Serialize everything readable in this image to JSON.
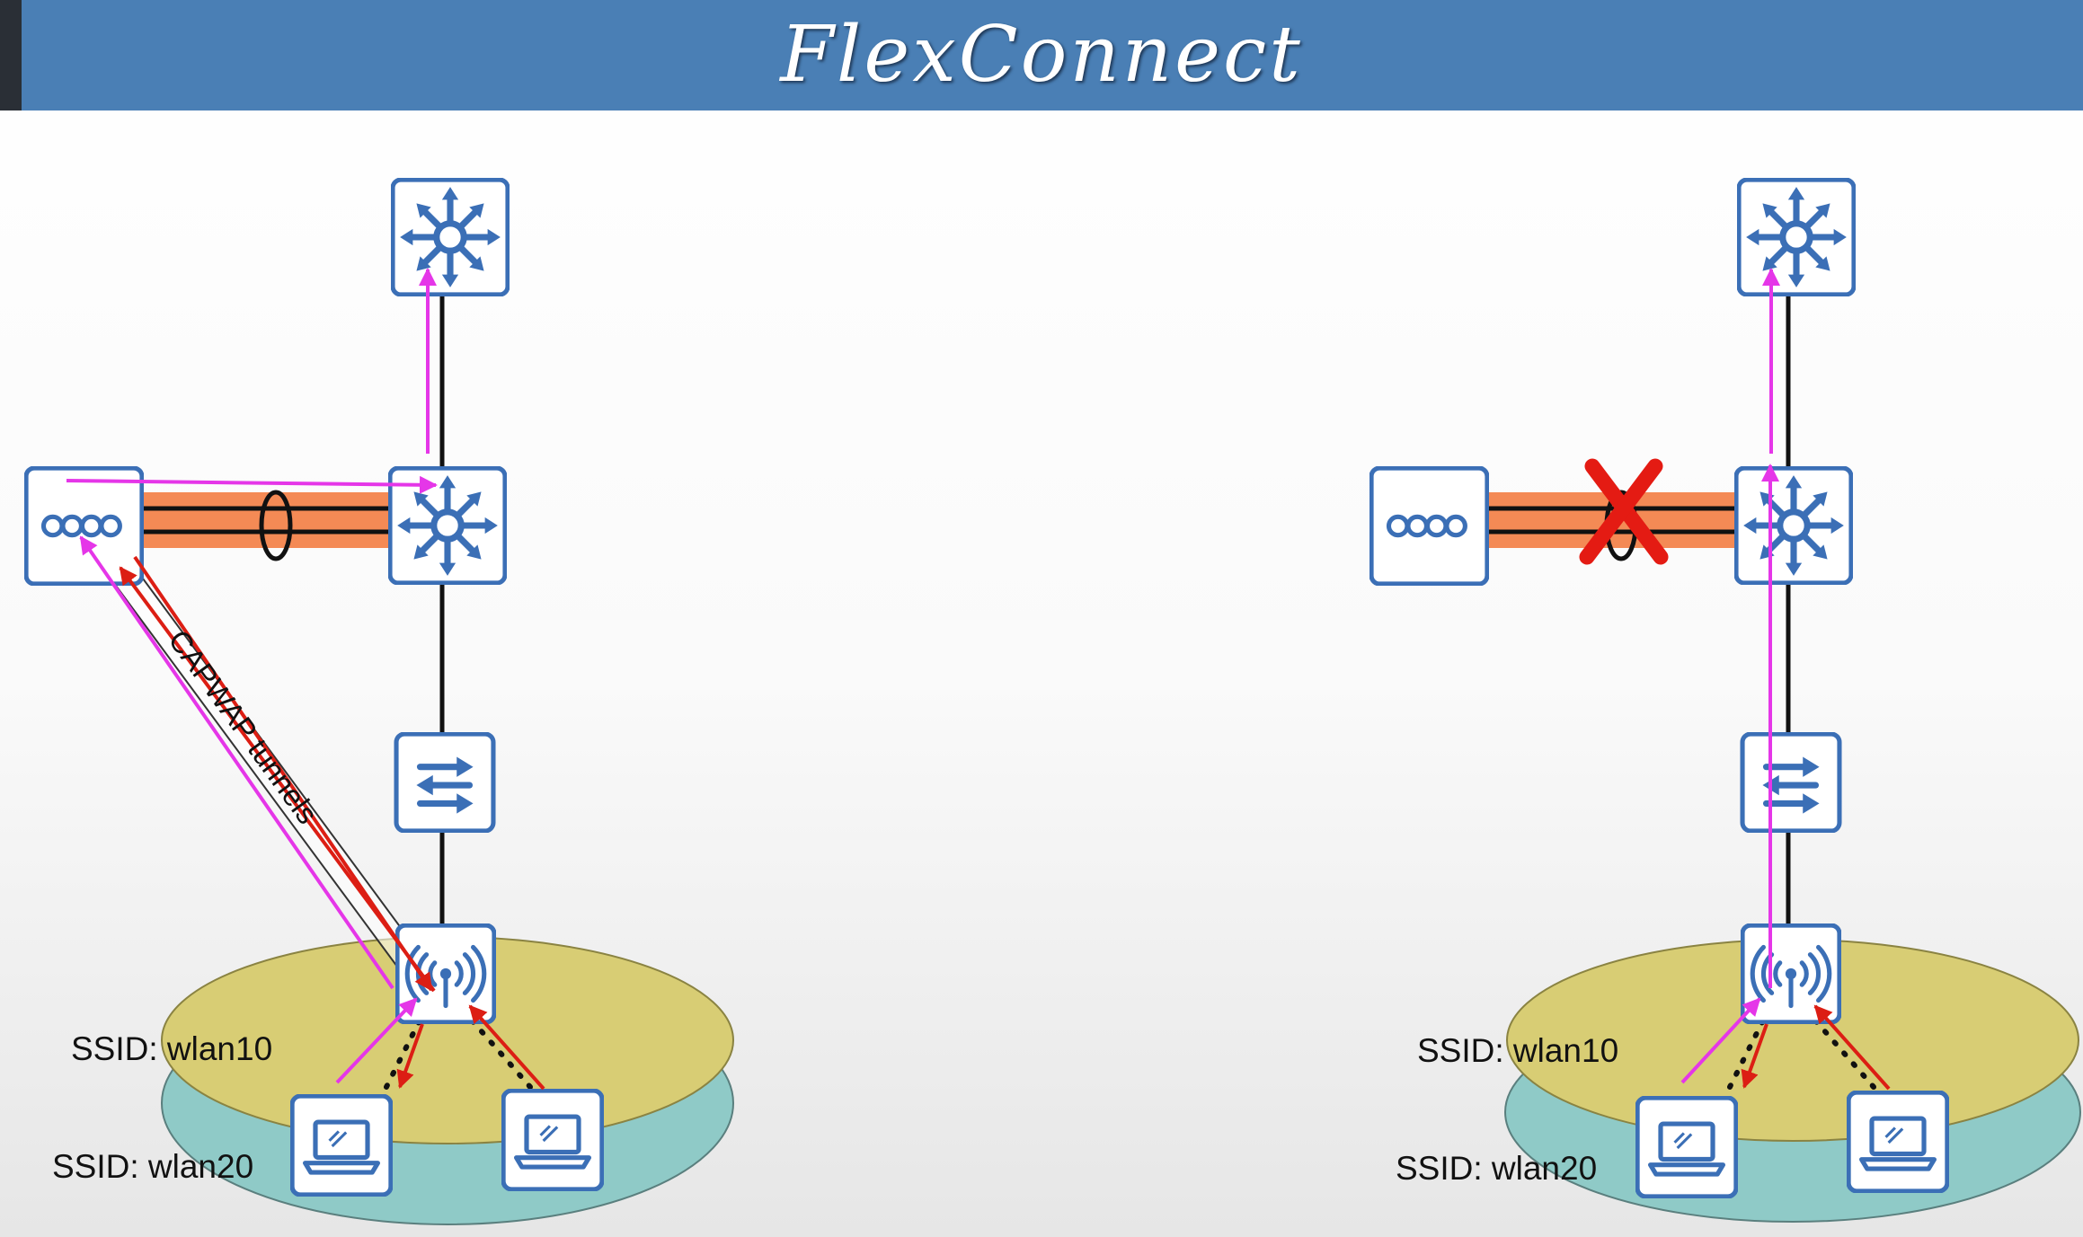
{
  "title": "FlexConnect",
  "left": {
    "ssid1": "SSID: wlan10",
    "ssid2": "SSID: wlan20",
    "tunnel_label": "CAPWAP tunnels"
  },
  "right": {
    "ssid1": "SSID: wlan10",
    "ssid2": "SSID: wlan20"
  },
  "colors": {
    "title_bar": "#4a7fb5",
    "device_border": "#3b6fb6",
    "traffic_magenta": "#e536e8",
    "traffic_red": "#dc1e14",
    "etherchannel": "#f48a55",
    "ssid_yellow": "#d8cd74",
    "ssid_teal": "#8fcac7"
  },
  "icons": [
    "core-switch-icon",
    "distribution-switch-icon",
    "wlc-icon",
    "access-switch-icon",
    "access-point-icon",
    "laptop-icon",
    "link-down-x-icon"
  ]
}
